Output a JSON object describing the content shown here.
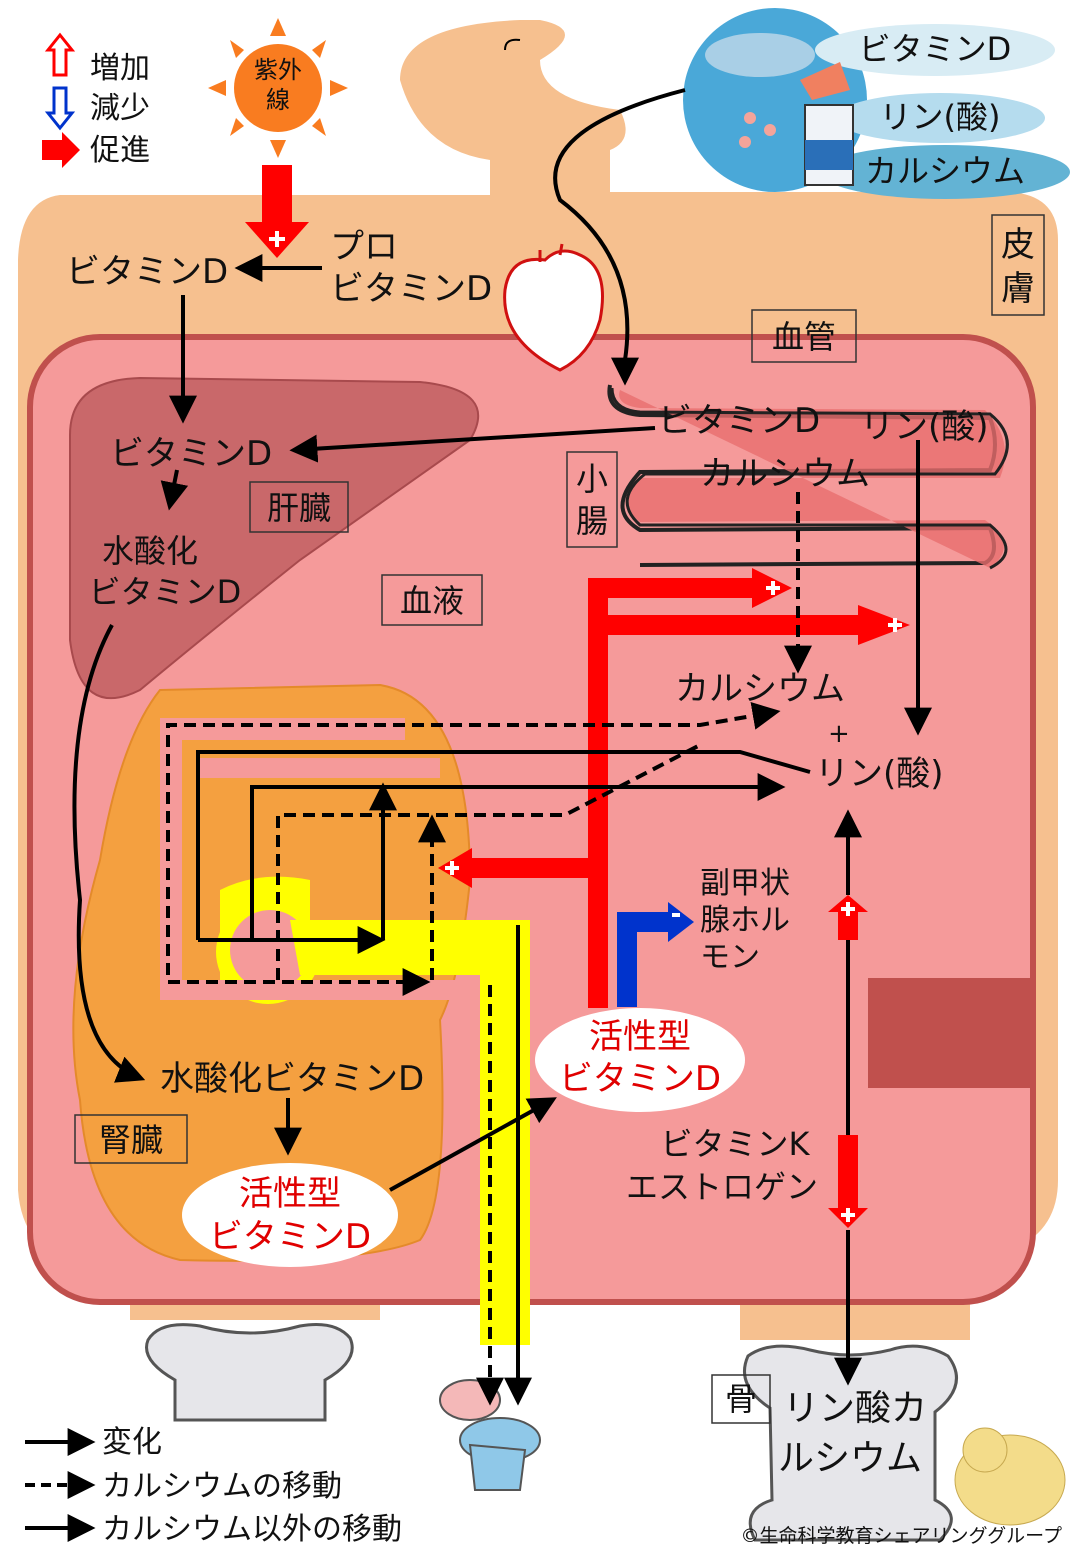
{
  "legend": {
    "increase": "増加",
    "decrease": "減少",
    "promote": "促進",
    "change": "変化",
    "calcium_move": "カルシウムの移動",
    "other_move": "カルシウム以外の移動"
  },
  "sun": {
    "line1": "紫外",
    "line2": "線"
  },
  "food": {
    "vitd": "ビタミンD",
    "phos": "リン(酸)",
    "calcium": "カルシウム"
  },
  "skin": {
    "vitd": "ビタミンD",
    "pro1": "プロ",
    "pro2": "ビタミンD",
    "label1": "皮",
    "label2": "膚"
  },
  "vessel_label": "血管",
  "liver": {
    "vitd": "ビタミンD",
    "hydroxy1": "水酸化",
    "hydroxy2": "ビタミンD",
    "label": "肝臓"
  },
  "blood_label": "血液",
  "intestine": {
    "label1": "小",
    "label2": "腸",
    "vitd": "ビタミンD",
    "phos": "リン(酸)",
    "calcium": "カルシウム"
  },
  "blood": {
    "calcium": "カルシウム",
    "plus": "+",
    "phos": "リン(酸)"
  },
  "pth": {
    "line1": "副甲状",
    "line2": "腺ホル",
    "line3": "モン"
  },
  "active_blood": {
    "line1": "活性型",
    "line2": "ビタミンD"
  },
  "kidney": {
    "hydroxy": "水酸化ビタミンD",
    "active1": "活性型",
    "active2": "ビタミンD",
    "label": "腎臓"
  },
  "vitk": {
    "line1": "ビタミンK",
    "line2": "エストロゲン"
  },
  "bone": {
    "label": "骨",
    "line1": "リン酸カ",
    "line2": "ルシウム"
  },
  "copyright": "©生命科学教育シェアリンググループ",
  "colors": {
    "skin": "#f6c08f",
    "body": "#f59a9a",
    "border": "#c0504d",
    "liver": "#c9686a",
    "kidney": "#f4a040",
    "arrow_red": "#ff0000",
    "arrow_blue": "#0033cc",
    "yellow": "#ffff00"
  }
}
